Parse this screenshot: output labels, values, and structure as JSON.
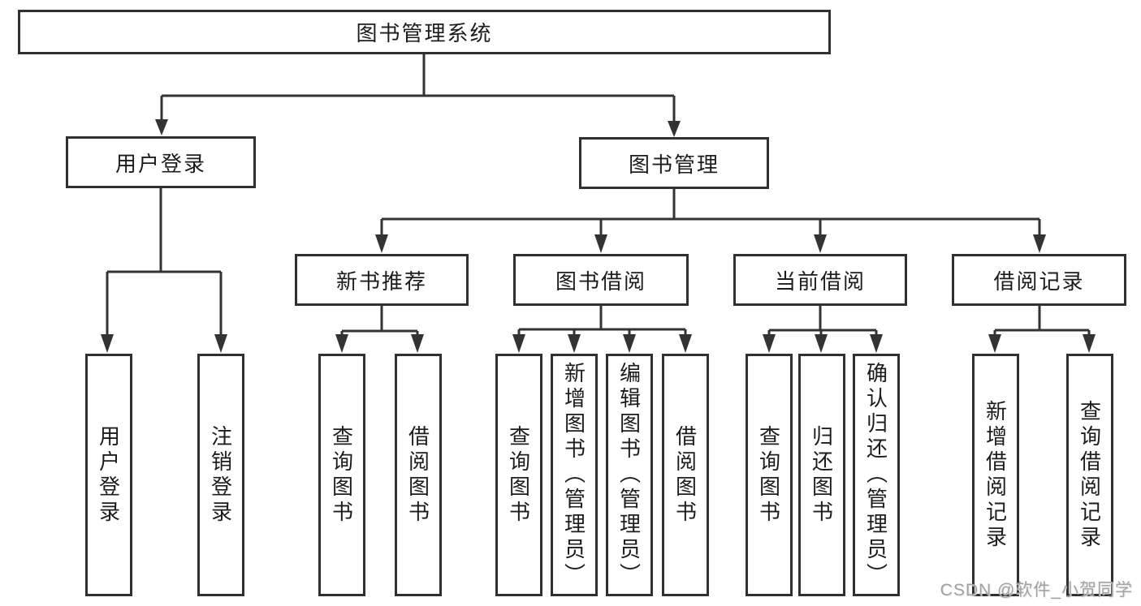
{
  "diagram": {
    "nodes": {
      "root": {
        "label": "图书管理系统"
      },
      "user_login": {
        "label": "用户登录"
      },
      "book_mgmt": {
        "label": "图书管理"
      },
      "new_book_rec": {
        "label": "新书推荐"
      },
      "book_borrow": {
        "label": "图书借阅"
      },
      "current_borrow": {
        "label": "当前借阅"
      },
      "borrow_record": {
        "label": "借阅记录"
      },
      "leaf_user_login": {
        "label": "用户登录"
      },
      "leaf_logout": {
        "label": "注销登录"
      },
      "leaf_query_book_1": {
        "label": "查询图书"
      },
      "leaf_borrow_book_1": {
        "label": "借阅图书"
      },
      "leaf_query_book_2": {
        "label": "查询图书"
      },
      "leaf_add_book": {
        "label": "新增图书（管理员）"
      },
      "leaf_edit_book": {
        "label": "编辑图书（管理员）"
      },
      "leaf_borrow_book_2": {
        "label": "借阅图书"
      },
      "leaf_query_book_3": {
        "label": "查询图书"
      },
      "leaf_return_book": {
        "label": "归还图书"
      },
      "leaf_confirm_return": {
        "label": "确认归还（管理员）"
      },
      "leaf_add_record": {
        "label": "新增借阅记录"
      },
      "leaf_query_record": {
        "label": "查询借阅记录"
      }
    },
    "edges": [
      {
        "from": "root",
        "to": "user_login"
      },
      {
        "from": "root",
        "to": "book_mgmt"
      },
      {
        "from": "user_login",
        "to": "leaf_user_login"
      },
      {
        "from": "user_login",
        "to": "leaf_logout"
      },
      {
        "from": "book_mgmt",
        "to": "new_book_rec"
      },
      {
        "from": "book_mgmt",
        "to": "book_borrow"
      },
      {
        "from": "book_mgmt",
        "to": "current_borrow"
      },
      {
        "from": "book_mgmt",
        "to": "borrow_record"
      },
      {
        "from": "new_book_rec",
        "to": "leaf_query_book_1"
      },
      {
        "from": "new_book_rec",
        "to": "leaf_borrow_book_1"
      },
      {
        "from": "book_borrow",
        "to": "leaf_query_book_2"
      },
      {
        "from": "book_borrow",
        "to": "leaf_add_book"
      },
      {
        "from": "book_borrow",
        "to": "leaf_edit_book"
      },
      {
        "from": "book_borrow",
        "to": "leaf_borrow_book_2"
      },
      {
        "from": "current_borrow",
        "to": "leaf_query_book_3"
      },
      {
        "from": "current_borrow",
        "to": "leaf_return_book"
      },
      {
        "from": "current_borrow",
        "to": "leaf_confirm_return"
      },
      {
        "from": "borrow_record",
        "to": "leaf_add_record"
      },
      {
        "from": "borrow_record",
        "to": "leaf_query_record"
      }
    ],
    "watermark": "CSDN @软件_小贺同学",
    "colors": {
      "line": "#333333",
      "box_border": "#303030",
      "text": "#1c1c1c",
      "watermark": "#a2a2a2",
      "background": "#ffffff"
    }
  }
}
